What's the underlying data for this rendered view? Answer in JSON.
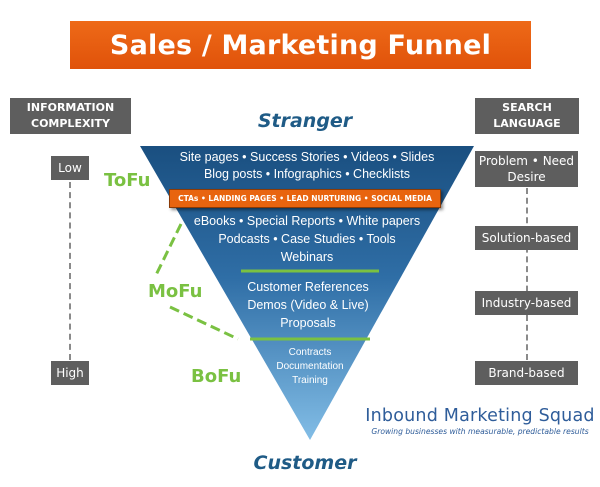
{
  "title": "Sales /  Marketing Funnel",
  "left_header": {
    "line1": "INFORMATION",
    "line2": "COMPLEXITY"
  },
  "right_header": {
    "line1": "SEARCH",
    "line2": "LANGUAGE"
  },
  "complexity_scale": {
    "low": "Low",
    "high": "High"
  },
  "search_language": [
    {
      "line1": "Problem • Need",
      "line2": "Desire"
    },
    {
      "line1": "Solution-based"
    },
    {
      "line1": "Industry-based"
    },
    {
      "line1": "Brand-based"
    }
  ],
  "top_label": "Stranger",
  "bottom_label": "Customer",
  "stages": {
    "tofu": "ToFu",
    "mofu": "MoFu",
    "bofu": "BoFu"
  },
  "funnel": {
    "tofu_lines": [
      "Site pages • Success Stories • Videos • Slides",
      "Blog posts • Infographics • Checklists"
    ],
    "cta_bar": "CTAs • LANDING PAGES • LEAD NURTURING • SOCIAL MEDIA",
    "tofu_lower_lines": [
      "eBooks • Special Reports • White papers",
      "Podcasts • Case Studies • Tools",
      "Webinars"
    ],
    "mofu_lines": [
      "Customer References",
      "Demos (Video & Live)",
      "Proposals"
    ],
    "bofu_lines": [
      "Contracts",
      "Documentation",
      "Training"
    ]
  },
  "brand": {
    "name": "Inbound Marketing Squad",
    "tagline": "Growing businesses with measurable, predictable results"
  },
  "colors": {
    "banner": "#e8601a",
    "funnel_top": "#1a4f80",
    "funnel_bottom": "#7bb5df",
    "stage_green": "#7ac142",
    "gray_box": "#5e5e5e",
    "cta_orange": "#e8640f"
  }
}
